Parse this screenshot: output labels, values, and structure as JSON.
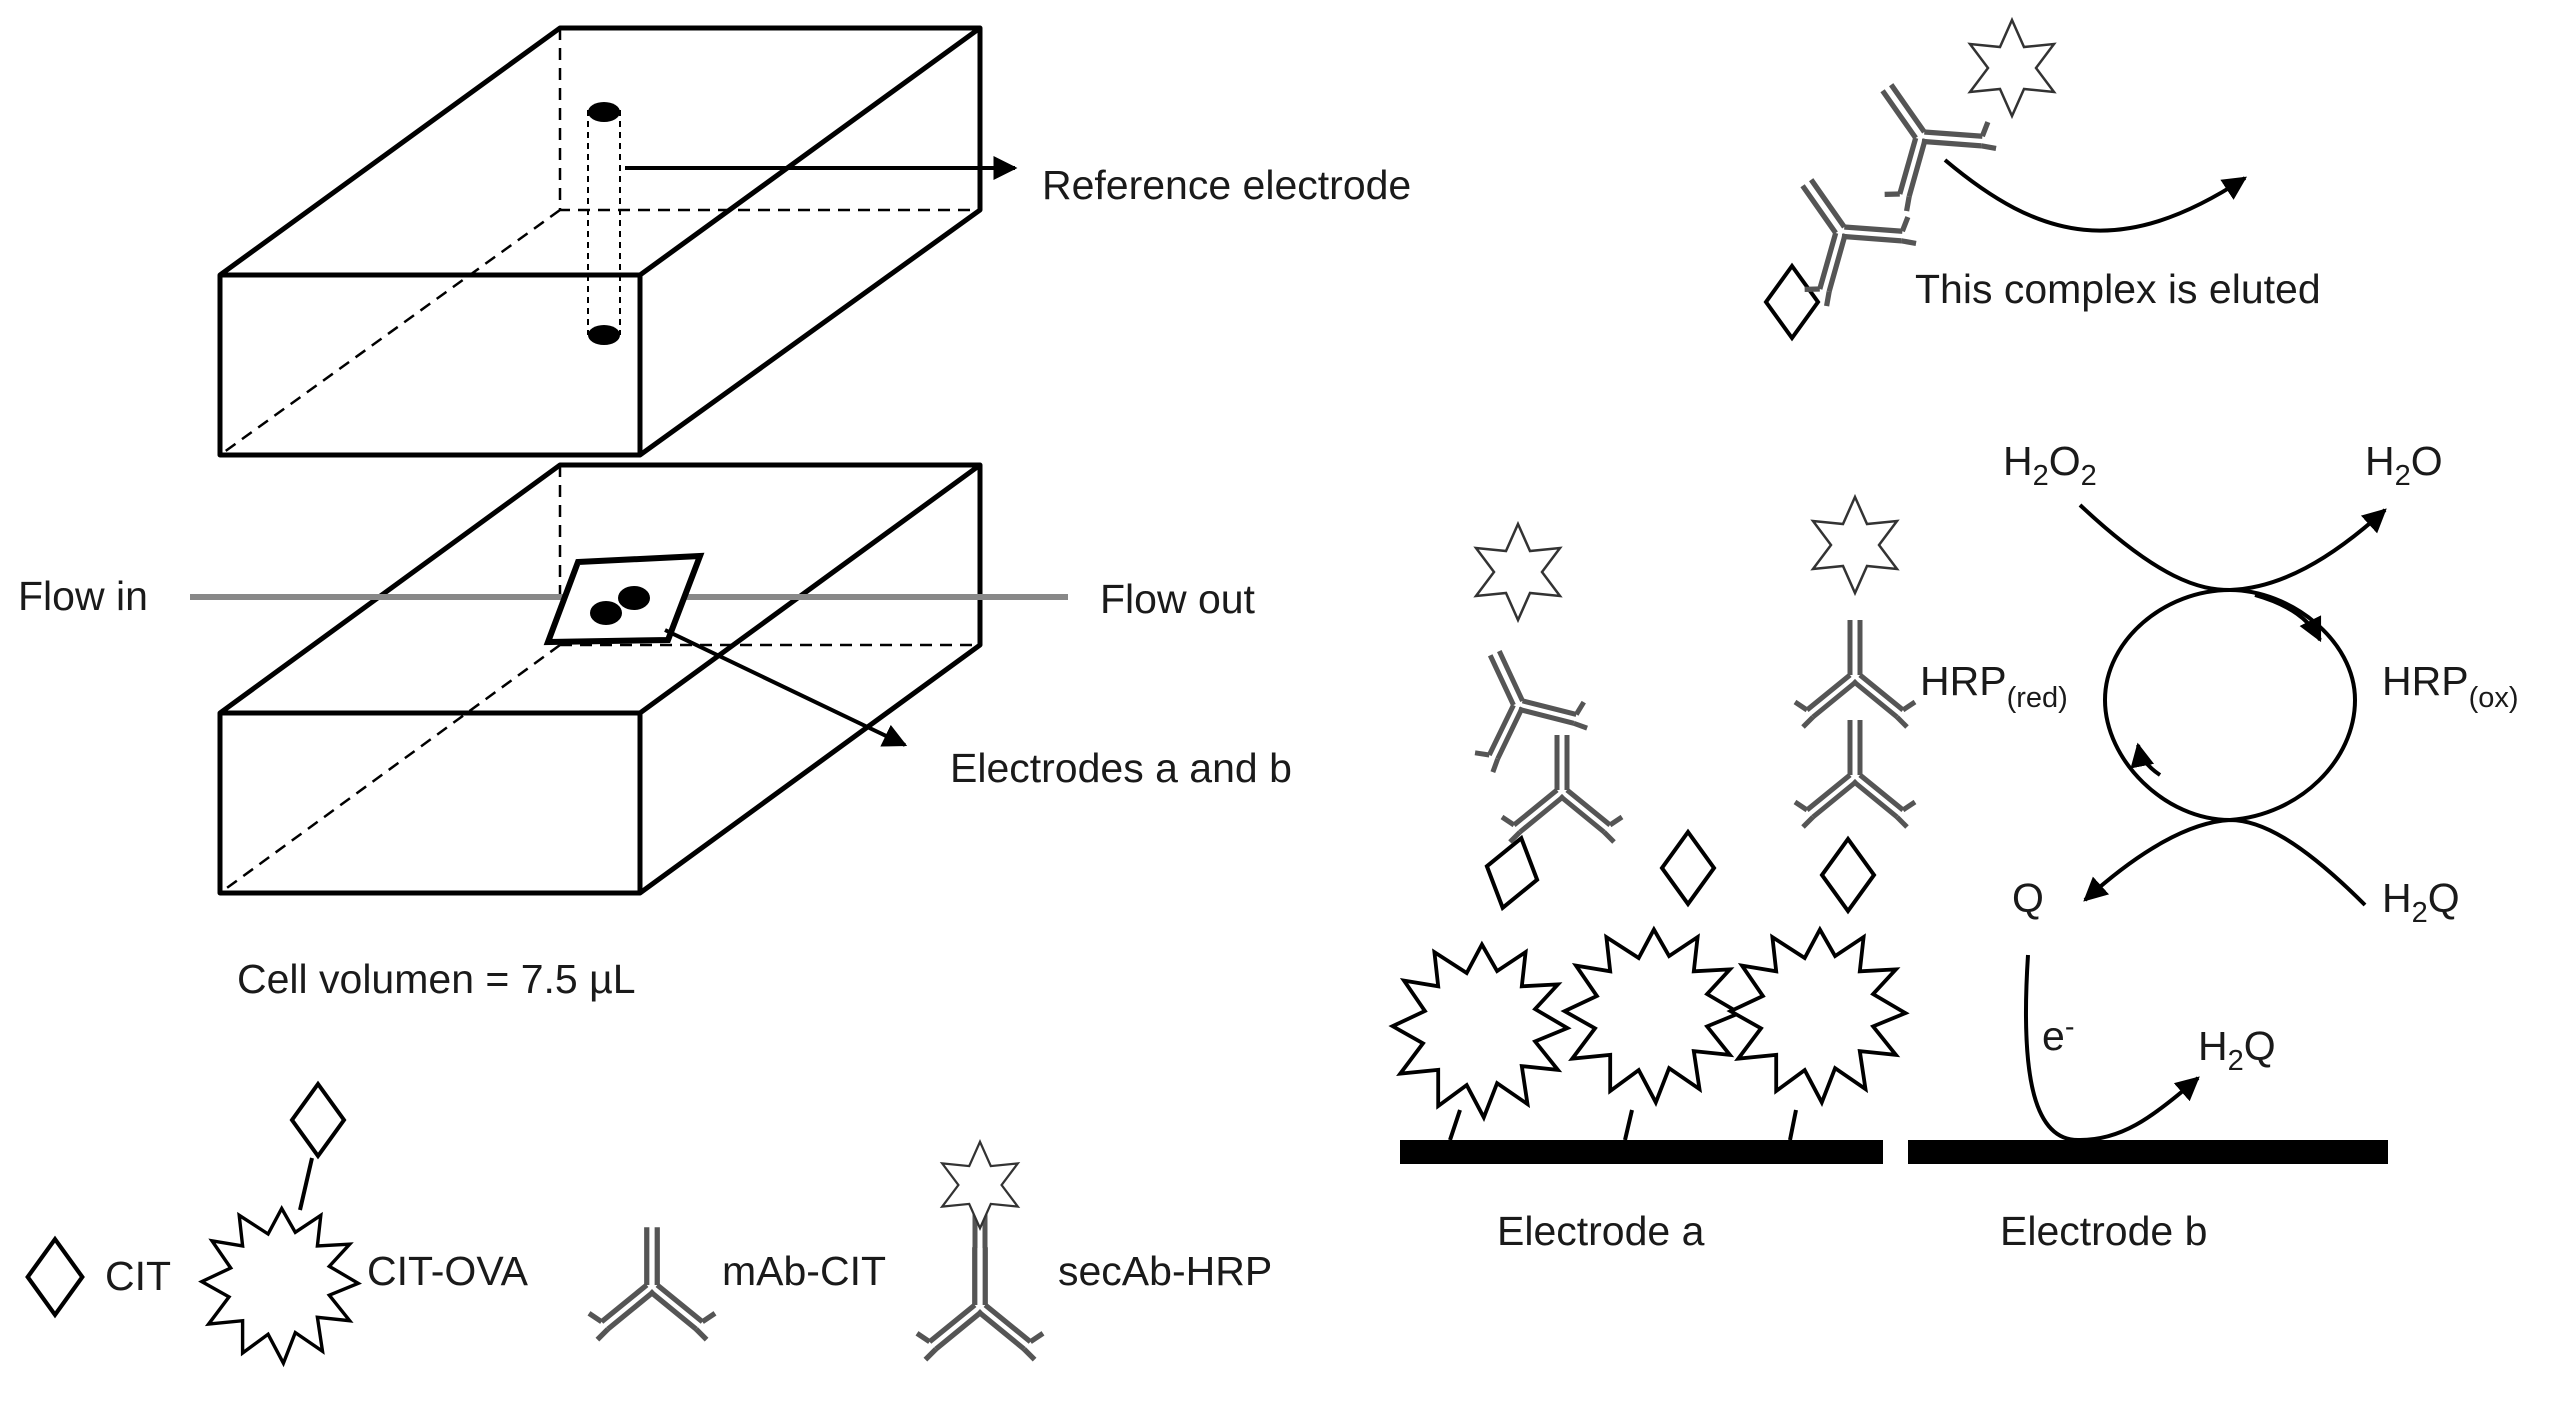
{
  "labels": {
    "reference_electrode": "Reference electrode",
    "flow_in": "Flow in",
    "flow_out": "Flow out",
    "electrodes_ab": "Electrodes a and b",
    "cell_volume": "Cell volumen = 7.5 µL",
    "complex_eluted": "This complex is eluted",
    "electrode_a": "Electrode a",
    "electrode_b": "Electrode b",
    "h2o2": {
      "main": "H",
      "sub1": "2",
      "mid": "O",
      "sub2": "2"
    },
    "h2o": {
      "main": "H",
      "sub1": "2",
      "mid": "O"
    },
    "hrp_red": {
      "main": "HRP",
      "sub": "(red)"
    },
    "hrp_ox": {
      "main": "HRP",
      "sub": "(ox)"
    },
    "q": "Q",
    "h2q_right": {
      "main": "H",
      "sub1": "2",
      "mid": "Q"
    },
    "h2q_bottom": {
      "main": "H",
      "sub1": "2",
      "mid": "Q"
    },
    "electron": {
      "main": "e",
      "sup": "-"
    }
  },
  "legend": {
    "cit": "CIT",
    "cit_ova": "CIT-OVA",
    "mab_cit": "mAb-CIT",
    "secab_hrp": "secAb-HRP"
  },
  "icons": {
    "cit": "diamond-icon",
    "cit_ova": "starburst-icon",
    "mab_cit": "y-antibody-icon",
    "secab_hrp": "star-labeled-antibody-icon"
  },
  "colors": {
    "line": "#000000",
    "antibody": "#555555",
    "text": "#1a1a1a"
  }
}
